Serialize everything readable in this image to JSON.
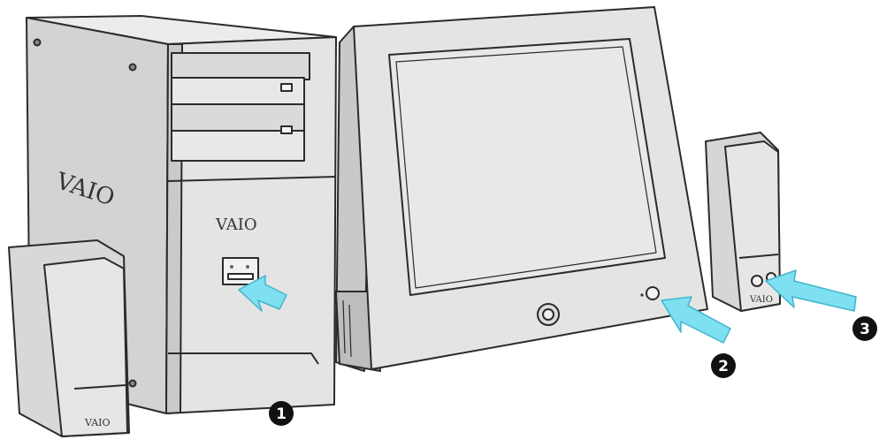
{
  "colors": {
    "body_light": "#e2e2e2",
    "body_mid": "#cfcfcf",
    "body_dark": "#b5b5b5",
    "outline": "#2b2b2b",
    "screen": "#e6e6e6",
    "arrow": "#7fe0f2",
    "arrow_edge": "#3fb6cc",
    "callout_fill": "#111111"
  },
  "logos": {
    "tower_side": "VAIO",
    "tower_front": "VAIO",
    "speaker_left": "VAIO",
    "speaker_right": "VAIO"
  },
  "callouts": [
    {
      "id": "1",
      "label": "1",
      "target": "tower-front-port"
    },
    {
      "id": "2",
      "label": "2",
      "target": "monitor-power-button"
    },
    {
      "id": "3",
      "label": "3",
      "target": "speaker-jack"
    }
  ]
}
